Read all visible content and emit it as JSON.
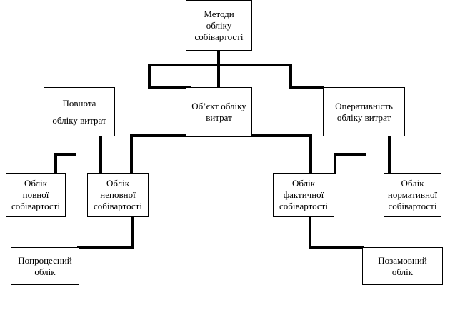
{
  "nodes": {
    "root": [
      "Методи",
      "обліку",
      "собівартості"
    ],
    "completeness": [
      "Повнота",
      "обліку  витрат"
    ],
    "object": [
      "Об’єкт обліку",
      "витрат"
    ],
    "efficiency": [
      "Оперативність",
      "обліку витрат"
    ],
    "full_cost": [
      "Облік",
      "повної",
      "собівартості"
    ],
    "partial_cost": [
      "Облік",
      "неповної",
      "собівартості"
    ],
    "actual_cost": [
      "Облік",
      "фактичної",
      "собівартості"
    ],
    "normative_cost": [
      "Облік",
      "нормативної",
      "собівартості"
    ],
    "process_costing": [
      "Попроцесний",
      "облік"
    ],
    "order_costing": [
      "Позамовний",
      "облік"
    ]
  }
}
